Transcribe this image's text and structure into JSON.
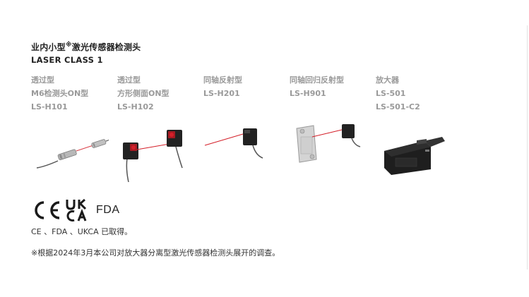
{
  "heading": {
    "title_main": "业内小型",
    "title_mark": "※",
    "title_rest": "激光传感器检测头",
    "subtitle": "LASER CLASS 1"
  },
  "products": [
    {
      "line1": "透过型",
      "line2": "M6检测头ON型",
      "line3": "LS-H101"
    },
    {
      "line1": "透过型",
      "line2": "方形侧面ON型",
      "line3": "LS-H102"
    },
    {
      "line1": "同轴反射型",
      "line2": "LS-H201",
      "line3": ""
    },
    {
      "line1": "同轴回归反射型",
      "line2": "LS-H901",
      "line3": ""
    },
    {
      "line1": "放大器",
      "line2": "LS-501",
      "line3": "LS-501-C2"
    }
  ],
  "certifications": {
    "fda_label": "FDA",
    "note": "CE 、FDA 、UKCA 已取得。"
  },
  "footnote": "※根据2024年3月本公司对放大器分离型激光传感器检测头展开的调查。",
  "colors": {
    "laser": "#d4202a",
    "heading_gray": "#9a9a9a",
    "sensor_black": "#1f1f1f"
  }
}
